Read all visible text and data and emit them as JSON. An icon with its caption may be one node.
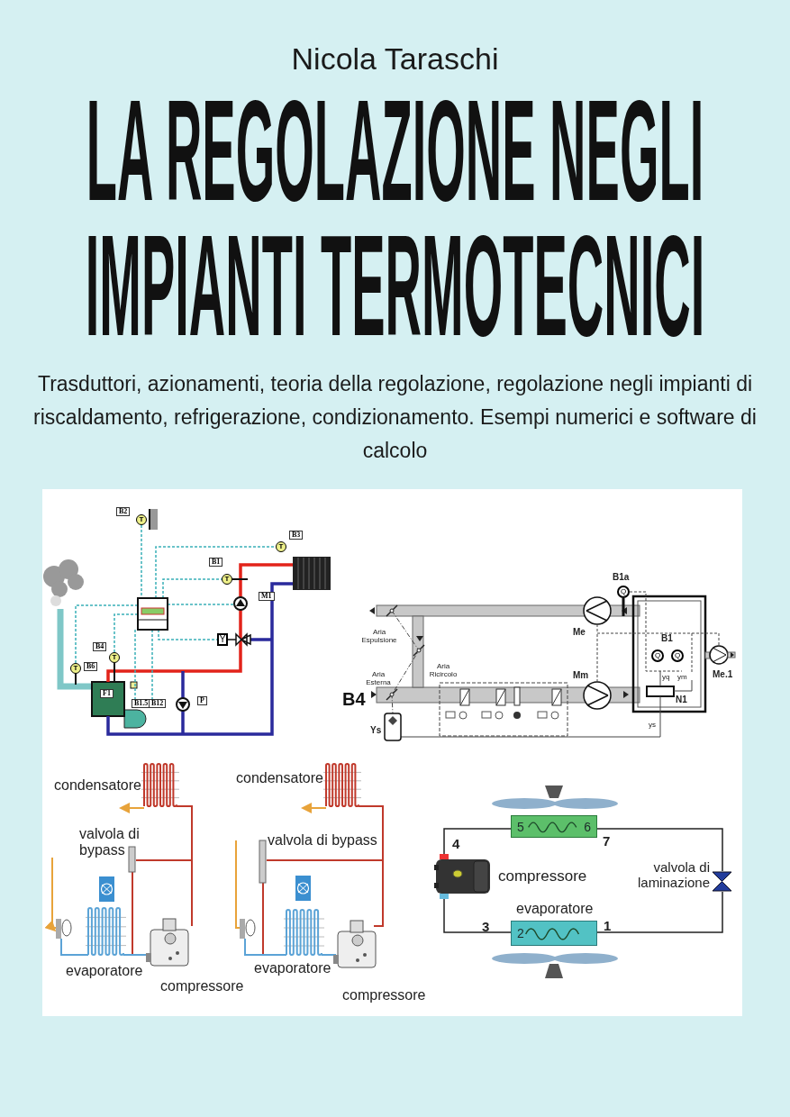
{
  "diagram": {
    "title": "LA REGOLAZIONE NEGLI IMPIANTI TERMOTECNICI",
    "nodes": [
      {
        "text": [
          "5",
          "6"
        ]
      },
      {
        "text": [],
        "shape": "picture",
        "beside": [
          "compressore"
        ]
      },
      {
        "text": [],
        "shape": "picture",
        "beside": [
          "valvola di laminazione"
        ]
      },
      {
        "text": [
          "2"
        ],
        "beside": [
          "evaporatore"
        ]
      }
    ],
    "edges": [
      {
        "from": 1,
        "to": 0,
        "arrow": "none"
      },
      {
        "from": 0,
        "to": 2,
        "arrow": "none"
      },
      {
        "from": 2,
        "to": 3,
        "arrow": "none"
      },
      {
        "from": 3,
        "to": 1,
        "arrow": "none"
      }
    ],
    "labels": [
      "Nicola Taraschi",
      "Trasduttori, azionamenti, teoria della regolazione, regolazione negli impianti di riscaldamento, refrigerazione, condizionamento. Esempi numerici e software di calcolo",
      "B2",
      "T",
      "B3",
      "T",
      "B1",
      "T",
      "M1",
      "Y",
      "B4",
      "T",
      "B6",
      "T",
      "F1",
      "B1.5",
      "B12",
      "P",
      "B1a",
      "Q",
      "Aria Espulsione",
      "Me",
      "B1",
      "Q",
      "Q",
      "Me.1",
      "Aria Ricircolo",
      "Aria Esterna",
      "Mm",
      "B4",
      "yq",
      "ym",
      "N1",
      "Ys",
      "ys",
      "condensatore",
      "valvola di bypass",
      "evaporatore",
      "compressore",
      "condensatore",
      "valvola di bypass",
      "evaporatore",
      "compressore",
      "4",
      "7",
      "3",
      "1"
    ]
  }
}
